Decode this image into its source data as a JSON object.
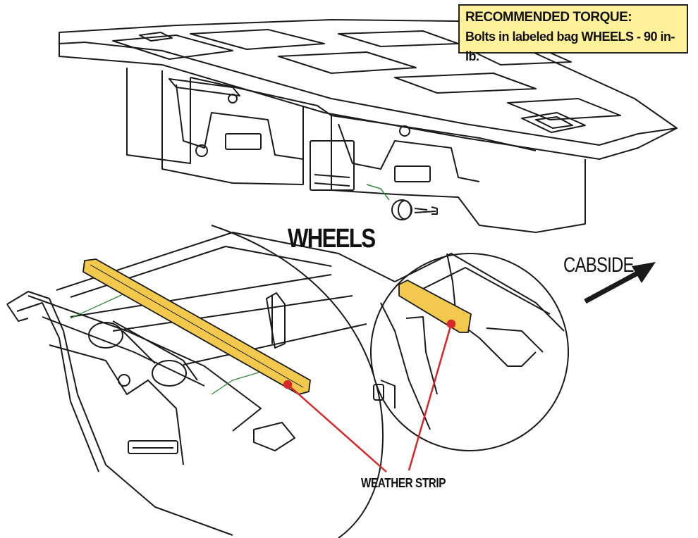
{
  "torque": {
    "title": "RECOMMENDED TORQUE:",
    "body": "Bolts in labeled bag WHEELS - 90 in-lb."
  },
  "labels": {
    "wheels": "WHEELS",
    "cabside": "CABSIDE",
    "weather_strip": "WEATHER STRIP"
  },
  "colors": {
    "line": "#1a1a1a",
    "weather_strip_fill": "#f2c94c",
    "leader_line": "#d62828",
    "guide_line": "#2e8b3a",
    "callout_bg": "#fff29a"
  },
  "icons": {
    "direction": "arrow-up-right-icon"
  }
}
